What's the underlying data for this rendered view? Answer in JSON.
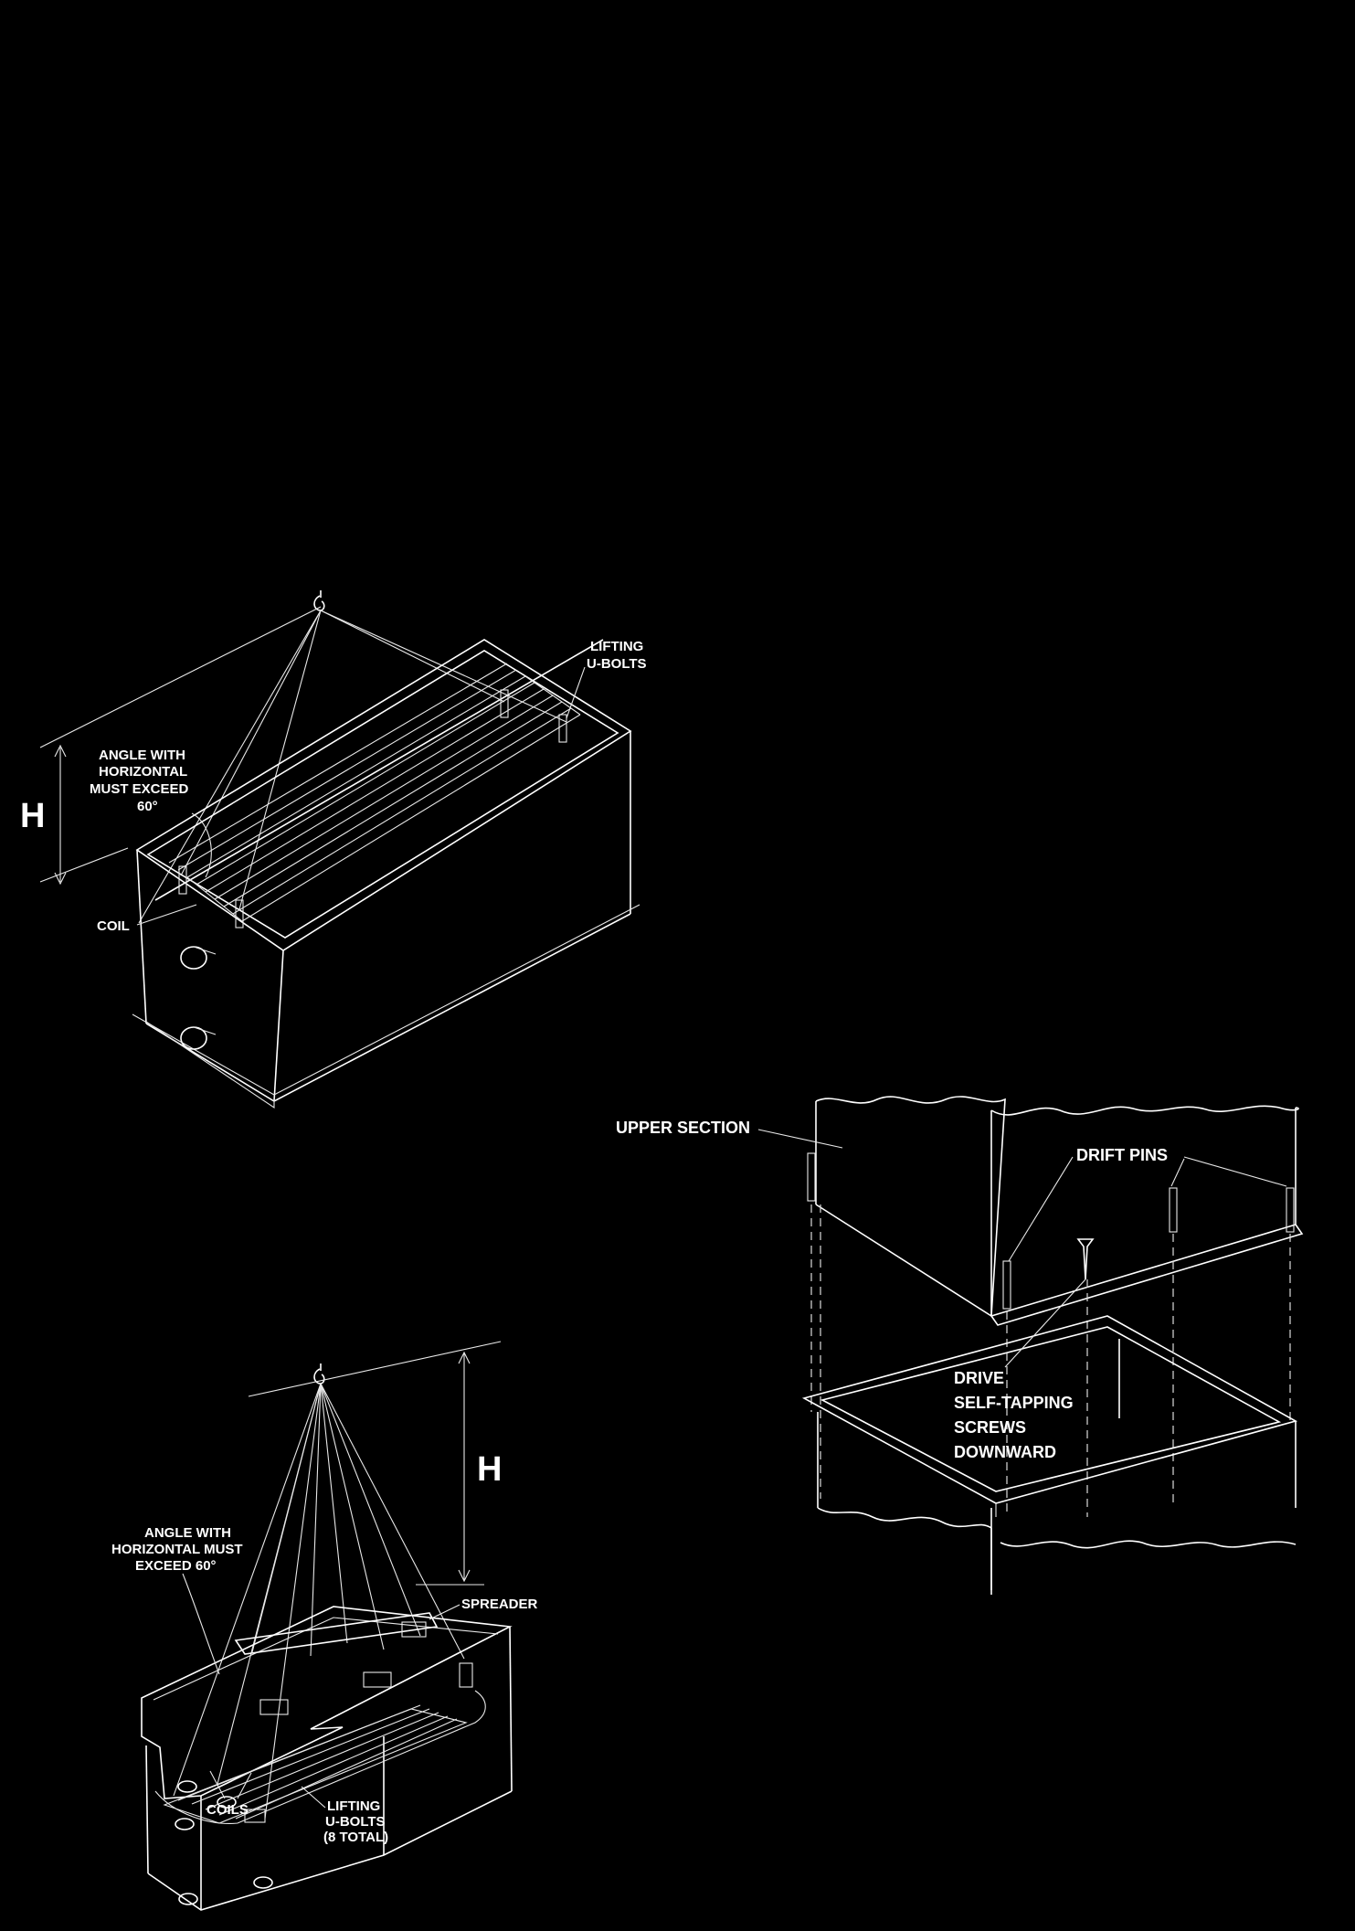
{
  "figure1": {
    "dimension_label": "H",
    "angle_note": [
      "ANGLE WITH",
      "HORIZONTAL",
      "MUST EXCEED",
      "60°"
    ],
    "lifting_label": [
      "LIFTING",
      "U-BOLTS"
    ],
    "coil_label": "COIL"
  },
  "figure2": {
    "dimension_label": "H",
    "angle_note": [
      "ANGLE WITH",
      "HORIZONTAL MUST",
      "EXCEED 60°"
    ],
    "spreader_label": "SPREADER",
    "coils_label": "COILS",
    "lifting_label": [
      "LIFTING",
      "U-BOLTS",
      "(8 TOTAL)"
    ]
  },
  "figure3": {
    "upper_section_label": "UPPER SECTION",
    "drift_pins_label": "DRIFT PINS",
    "screws_note": [
      "DRIVE",
      "SELF-TAPPING",
      "SCREWS",
      "DOWNWARD"
    ]
  },
  "colors": {
    "background": "#000000",
    "ink": "#ffffff"
  }
}
